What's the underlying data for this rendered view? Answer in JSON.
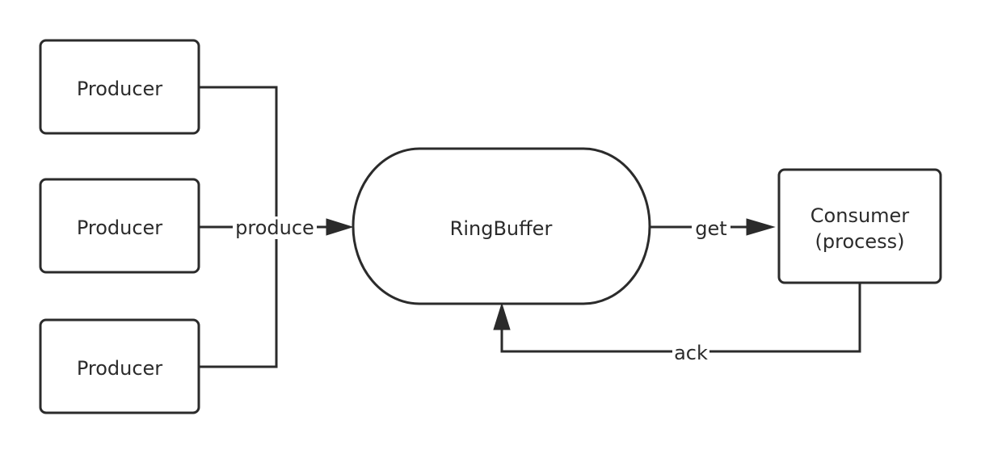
{
  "nodes": {
    "producer_1": "Producer",
    "producer_2": "Producer",
    "producer_3": "Producer",
    "ringbuffer": "RingBuffer",
    "consumer_line1": "Consumer",
    "consumer_line2": "(process)"
  },
  "edges": {
    "produce": "produce",
    "get": "get",
    "ack": "ack"
  }
}
